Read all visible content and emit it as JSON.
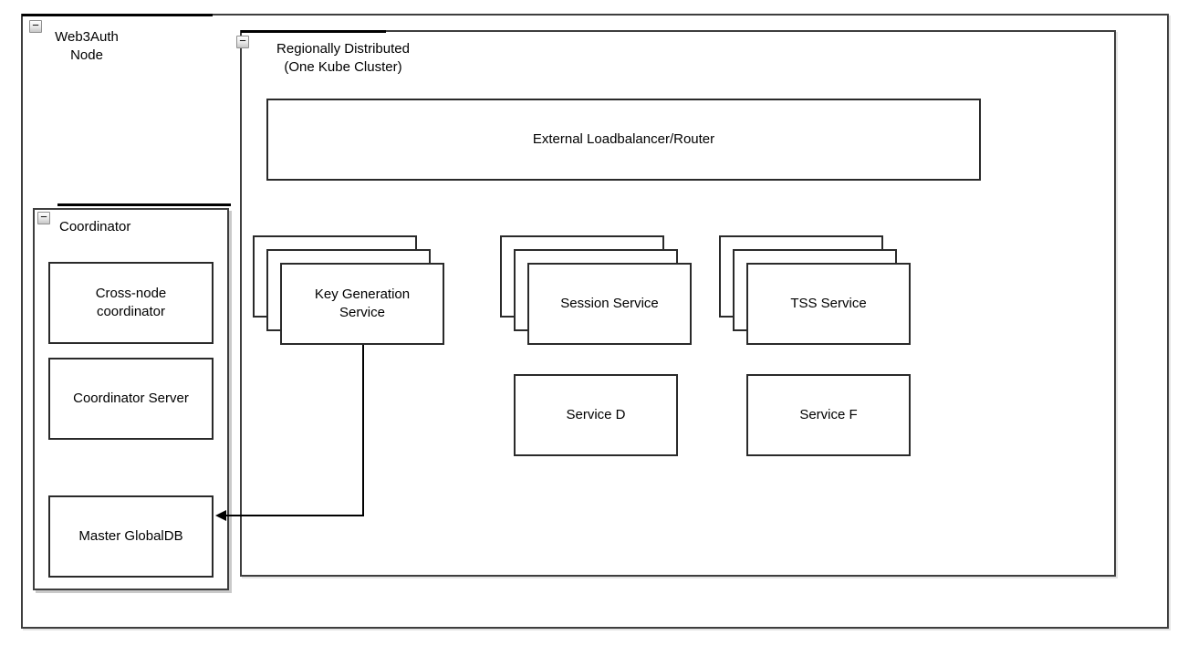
{
  "colors": {
    "background": "#ffffff",
    "node_stroke": "#2a2a2a",
    "container_stroke": "#3e3e3e",
    "container_top_accent": "#000000",
    "coordinator_shadow": "#c9c9c9",
    "edge": "#000000"
  },
  "icons": {
    "collapse_glyph": "−",
    "arrowhead_style": "left-filled-triangle"
  },
  "containers": {
    "web3auth_node": {
      "label": "Web3Auth\nNode"
    },
    "regionally_distributed": {
      "label": "Regionally Distributed\n(One Kube Cluster)"
    },
    "coordinator": {
      "label": "Coordinator"
    }
  },
  "nodes": {
    "external_loadbalancer": {
      "label": "External Loadbalancer/Router"
    },
    "key_generation_service": {
      "label": "Key Generation\nService",
      "stack_count": 3
    },
    "session_service": {
      "label": "Session Service",
      "stack_count": 3
    },
    "tss_service": {
      "label": "TSS Service",
      "stack_count": 3
    },
    "service_d": {
      "label": "Service D"
    },
    "service_f": {
      "label": "Service F"
    },
    "cross_node_coordinator": {
      "label": "Cross-node\ncoordinator"
    },
    "coordinator_server": {
      "label": "Coordinator Server"
    },
    "master_globaldb": {
      "label": "Master GlobalDB"
    }
  },
  "edges": [
    {
      "from": "key_generation_service",
      "to": "master_globaldb",
      "style": "orthogonal",
      "arrow": "into-target-right-side"
    }
  ]
}
